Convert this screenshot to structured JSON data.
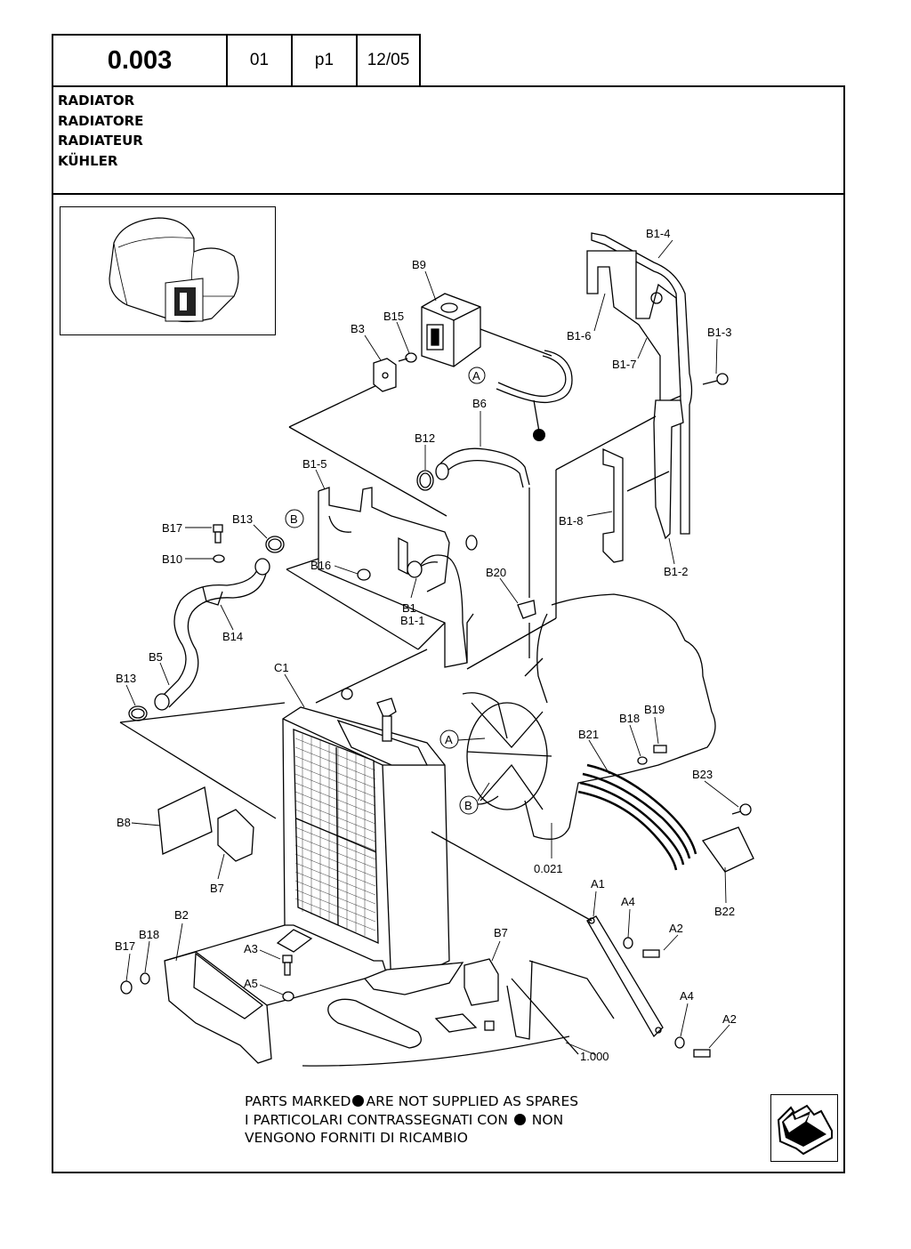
{
  "header": {
    "code": "0.003",
    "col2": "01",
    "col3": "p1",
    "col4": "12/05"
  },
  "titles": [
    "RADIATOR",
    "RADIATORE",
    "RADIATEUR",
    "KÜHLER"
  ],
  "labels": {
    "B1_4": "B1-4",
    "B9": "B9",
    "B15": "B15",
    "B3": "B3",
    "B1_6": "B1-6",
    "B1_3": "B1-3",
    "B1_7": "B1-7",
    "A_top": "A",
    "B6": "B6",
    "B12": "B12",
    "B1_5": "B1-5",
    "B17_top": "B17",
    "B13_top": "B13",
    "B_circle_top": "B",
    "B10": "B10",
    "B16": "B16",
    "B1": "B1",
    "B1_1": "B1-1",
    "B20": "B20",
    "B1_8": "B1-8",
    "B1_2": "B1-2",
    "B14": "B14",
    "B5": "B5",
    "C1": "C1",
    "B13_mid": "B13",
    "A_mid": "A",
    "B18_right": "B18",
    "B19": "B19",
    "B21": "B21",
    "B23": "B23",
    "B_circle_mid": "B",
    "B8": "B8",
    "B7_left": "B7",
    "B22": "B22",
    "code_021": "0.021",
    "A1": "A1",
    "A4_top": "A4",
    "A2_top": "A2",
    "B2": "B2",
    "B18_left": "B18",
    "B17_left": "B17",
    "A3": "A3",
    "B7_bottom": "B7",
    "A5": "A5",
    "A4_bottom": "A4",
    "A2_bottom": "A2",
    "code_1000": "1.000"
  },
  "note": {
    "line1_a": "PARTS MARKED",
    "line1_b": "ARE NOT SUPPLIED AS SPARES",
    "line2_a": "I  PARTICOLARI  CONTRASSEGNATI  CON",
    "line2_b": "NON",
    "line3": "VENGONO FORNITI DI RICAMBIO"
  },
  "icons": {
    "marker": "filled-circle-marker",
    "nav": "next-page-arrow-icon",
    "thumbnail": "machine-location-thumbnail"
  }
}
